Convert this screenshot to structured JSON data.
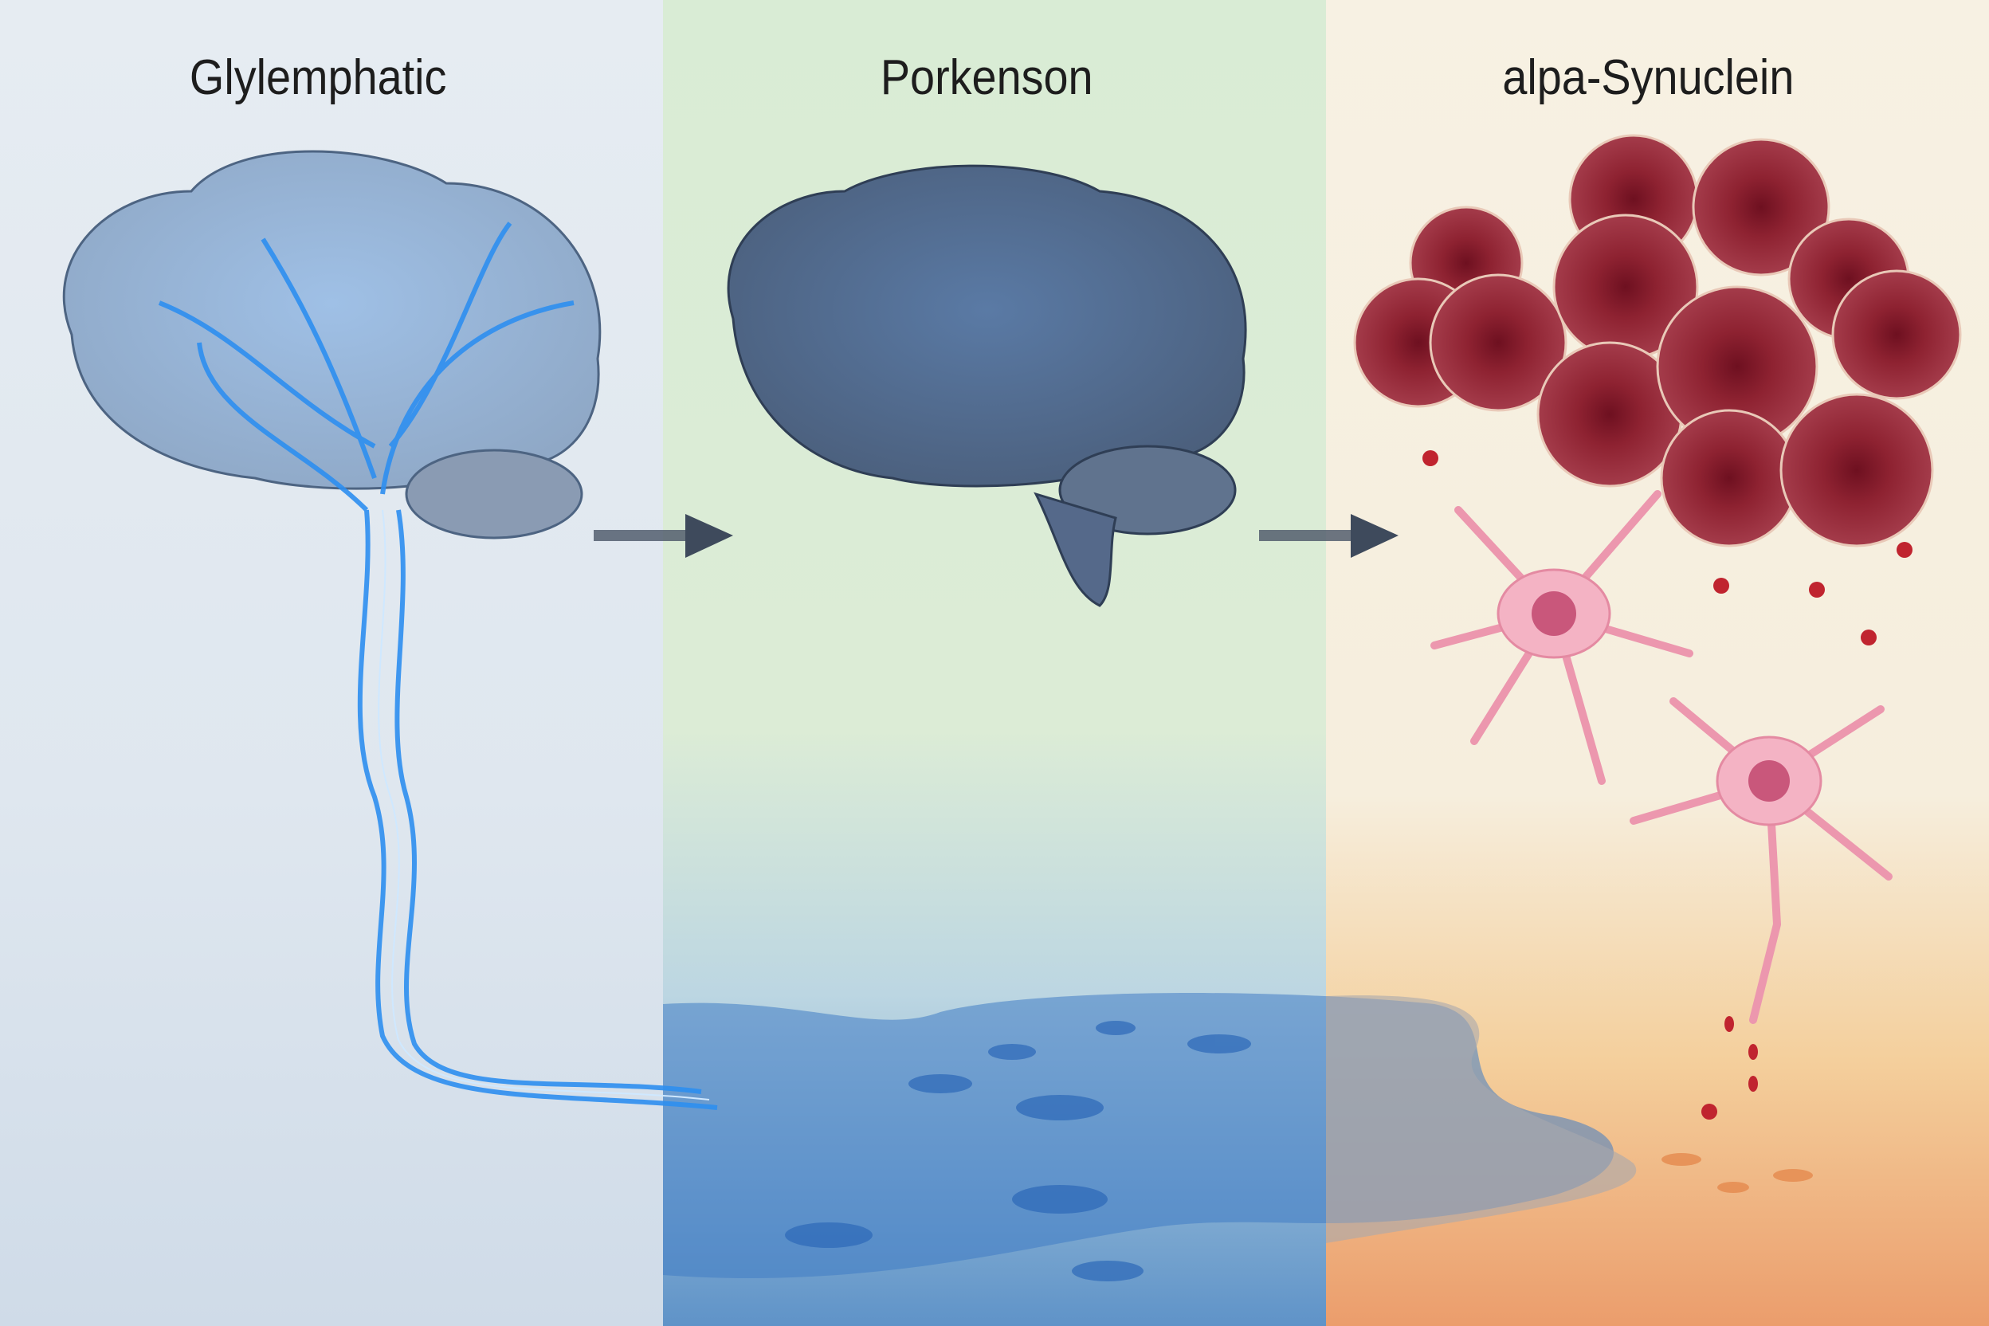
{
  "panels": [
    {
      "title": "Glylemphatic",
      "color": "#e6ecf2"
    },
    {
      "title": "Porkenson",
      "color": "#d9ecd5"
    },
    {
      "title": "alpa-Synuclein",
      "color": "#f7f1e3"
    }
  ],
  "colors": {
    "glow": "#3ea6ff",
    "brain": "#5f7795",
    "aggregate": "#8e2231",
    "neuron": "#f2a7bb"
  }
}
